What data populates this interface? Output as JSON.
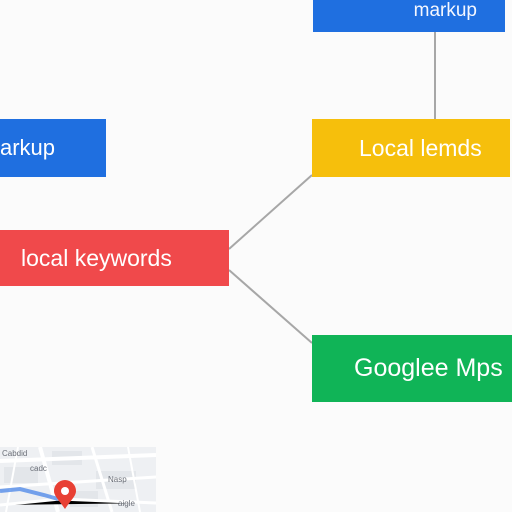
{
  "colors": {
    "blue": "#1f6fe0",
    "yellow": "#f6bf0c",
    "red": "#f0494b",
    "green": "#10b457",
    "connector": "#a7a7a7",
    "map_pin": "#e84034",
    "map_route": "#4a86e8"
  },
  "nodes": {
    "top_markup": {
      "label": "markup",
      "color": "blue"
    },
    "left_markup": {
      "label": "arkup",
      "color": "blue"
    },
    "local_keywords": {
      "label": "local keywords",
      "color": "red"
    },
    "local_lemds": {
      "label": "Local lemds",
      "color": "yellow"
    },
    "google_mps": {
      "label": "Googlee Mps",
      "color": "green"
    }
  },
  "map_thumbnail": {
    "icons": [
      "map-pin-icon"
    ],
    "labels": [
      "Cabdid",
      "cadc",
      "Nasp",
      "aigle"
    ]
  }
}
